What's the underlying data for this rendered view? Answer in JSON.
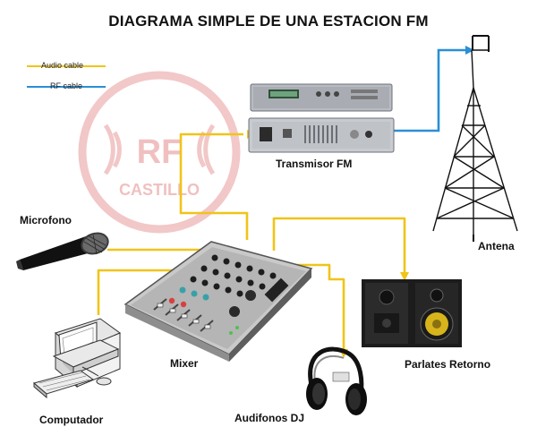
{
  "title": "DIAGRAMA SIMPLE DE UNA ESTACION FM",
  "legend": {
    "audio_label": "Audio cable",
    "rf_label": "RF cable"
  },
  "watermark": {
    "line1": "RF",
    "line2": "CASTILLO"
  },
  "labels": {
    "transmitter": "Transmisor FM",
    "antenna": "Antena",
    "microphone": "Microfono",
    "mixer": "Mixer",
    "monitors": "Parlates Retorno",
    "headphones": "Audifonos DJ",
    "computer": "Computador"
  },
  "colors": {
    "audio_cable": "#f0c419",
    "rf_cable": "#2a8fd6",
    "watermark": "#e89a9a"
  }
}
